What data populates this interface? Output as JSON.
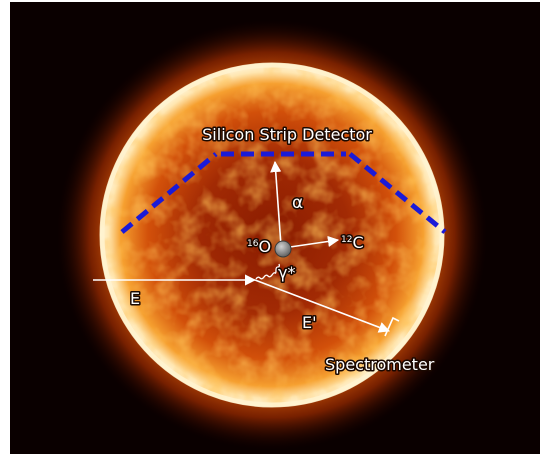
{
  "labels": {
    "detector": "Silicon Strip Detector",
    "alpha": "α",
    "oxygen_mass": "16",
    "oxygen_symbol": "O",
    "carbon_mass": "12",
    "carbon_symbol": "C",
    "gamma": "γ*",
    "electron_in": "E",
    "electron_out": "E'",
    "spectrometer": "Spectrometer"
  },
  "colors": {
    "background_frame": "#ffffff",
    "space": "#0a0000",
    "sun_core": "#ffd890",
    "sun_mid": "#f07010",
    "sun_edge": "#8a1c00",
    "detector": "#1a1ad8",
    "arrows": "#ffffff",
    "nucleus": "#8a8a8a"
  }
}
